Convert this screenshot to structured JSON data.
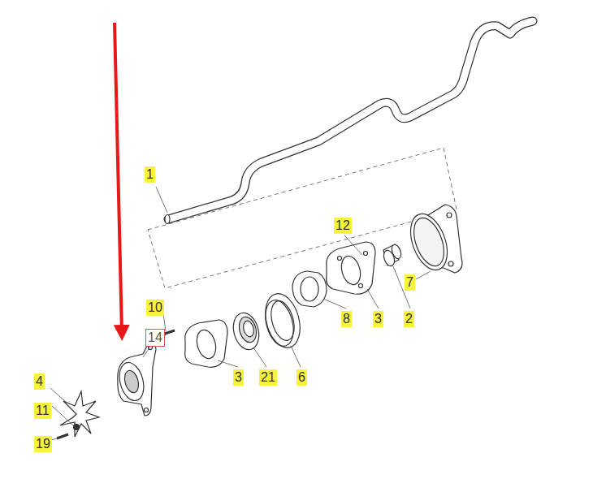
{
  "diagram": {
    "labels": [
      "1",
      "12",
      "7",
      "2",
      "3",
      "8",
      "10",
      "14",
      "3",
      "21",
      "6",
      "4",
      "11",
      "19"
    ]
  }
}
